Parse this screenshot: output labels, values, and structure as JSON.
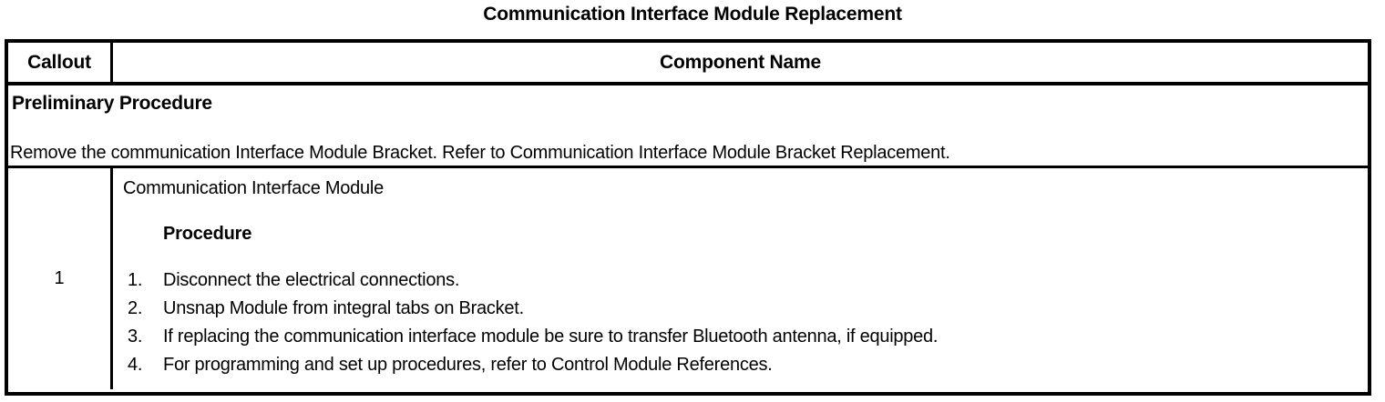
{
  "document": {
    "title": "Communication Interface Module Replacement"
  },
  "table": {
    "headers": {
      "callout": "Callout",
      "component_name": "Component Name"
    },
    "preliminary": {
      "heading": "Preliminary Procedure",
      "text": "Remove the communication Interface Module Bracket. Refer to Communication Interface Module Bracket Replacement."
    },
    "rows": [
      {
        "callout": "1",
        "component_name": "Communication Interface Module",
        "procedure_heading": "Procedure",
        "steps": [
          {
            "number": "1.",
            "text": "Disconnect the electrical connections."
          },
          {
            "number": "2.",
            "text": "Unsnap Module from integral tabs on Bracket."
          },
          {
            "number": "3.",
            "text": "If replacing the communication interface module be sure to transfer Bluetooth antenna, if equipped."
          },
          {
            "number": "4.",
            "text": "For programming and set up procedures, refer to Control Module References."
          }
        ]
      }
    ]
  },
  "colors": {
    "text": "#000000",
    "border": "#000000",
    "background": "#ffffff"
  }
}
